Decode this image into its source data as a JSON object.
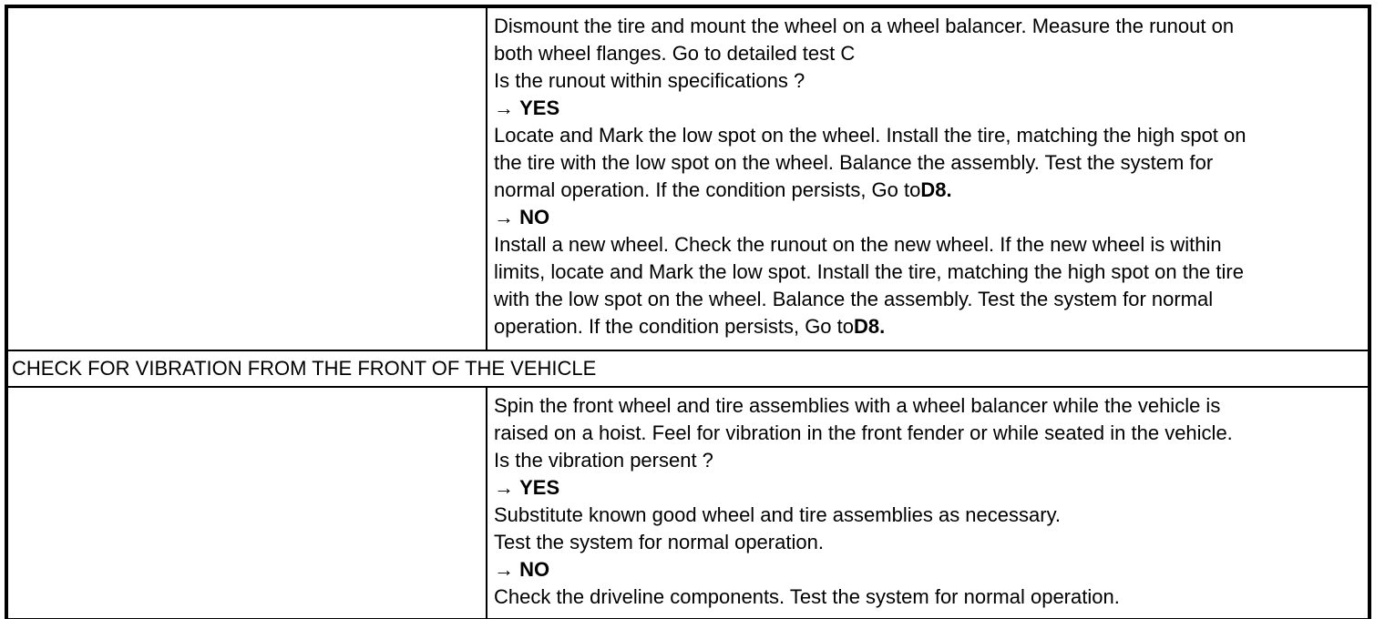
{
  "page": {
    "section_header": "CHECK FOR VIBRATION FROM THE FRONT OF THE VEHICLE",
    "cells": [
      {
        "name": "wheel-runout-procedure",
        "lines": [
          [
            {
              "text": "Dismount the tire and mount the wheel on a wheel balancer. Measure the runout on"
            }
          ],
          [
            {
              "text": "both wheel flanges. Go to detailed test C"
            }
          ],
          [
            {
              "text": "Is the runout within specifications ?"
            }
          ],
          [
            {
              "text": "→ ",
              "icon": "arrow-right-icon"
            },
            {
              "text": "YES",
              "bold": true
            }
          ],
          [
            {
              "text": "Locate and Mark the low spot on the wheel. Install the tire, matching the high spot on"
            }
          ],
          [
            {
              "text": "the tire with the low spot on the wheel. Balance the assembly. Test the system for"
            }
          ],
          [
            {
              "text": "normal operation. If the condition persists, Go to"
            },
            {
              "text": "D8.",
              "bold": true
            }
          ],
          [
            {
              "text": "→ ",
              "icon": "arrow-right-icon"
            },
            {
              "text": "NO",
              "bold": true
            }
          ],
          [
            {
              "text": "Install a new wheel. Check the runout on the new wheel. If the new wheel is within"
            }
          ],
          [
            {
              "text": "limits, locate and Mark the low spot. Install the tire, matching the high spot on the tire"
            }
          ],
          [
            {
              "text": "with the low spot on the wheel. Balance the assembly. Test the system for normal"
            }
          ],
          [
            {
              "text": "operation. If the condition persists, Go to"
            },
            {
              "text": "D8.",
              "bold": true
            }
          ]
        ]
      },
      {
        "name": "front-vibration-procedure",
        "lines": [
          [
            {
              "text": "Spin the front wheel and tire assemblies with a wheel balancer while the vehicle is"
            }
          ],
          [
            {
              "text": "raised on a hoist. Feel for vibration in the front fender or while seated in the vehicle."
            }
          ],
          [
            {
              "text": "Is the vibration persent ?"
            }
          ],
          [
            {
              "text": "→ ",
              "icon": "arrow-right-icon"
            },
            {
              "text": "YES",
              "bold": true
            }
          ],
          [
            {
              "text": "Substitute known good wheel and tire assemblies as necessary."
            }
          ],
          [
            {
              "text": "Test the system for normal operation."
            }
          ],
          [
            {
              "text": "→ ",
              "icon": "arrow-right-icon"
            },
            {
              "text": "NO",
              "bold": true
            }
          ],
          [
            {
              "text": "Check the driveline components. Test the system for normal operation."
            }
          ]
        ]
      }
    ]
  }
}
